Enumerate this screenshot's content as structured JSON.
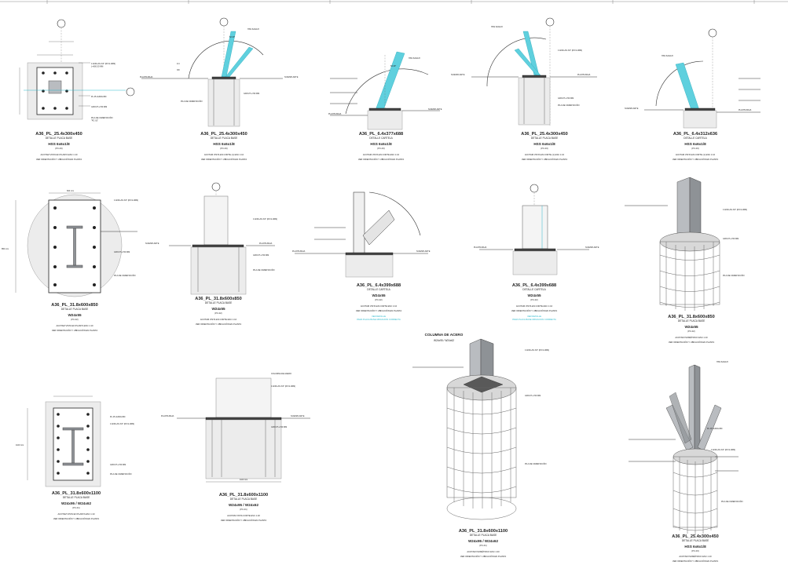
{
  "sheet": {
    "details": [
      {
        "id": "d1",
        "title": "A36_PL_25.4x300x450",
        "subtitle": "DETALLE PLACA BASE",
        "column": "HSS 6x6x1/8",
        "ref": "(PC-03)",
        "note1": "ACOTAM   VISTA EN PLANTA   ESC 1:10",
        "note2": "VER ORIENTACIÓN Y UBICACIÓN EN PLANTA"
      },
      {
        "id": "d2",
        "title": "A36_PL_25.4x300x450",
        "subtitle": "DETALLE PLACA BASE",
        "column": "HSS 6x6x1/8",
        "ref": "(PC-03)",
        "note1": "ACOTAM   VISTA EN CORTE (1)   ESC 1:10",
        "note2": "VER ORIENTACIÓN Y UBICACIÓN EN PLANTA"
      },
      {
        "id": "d3",
        "title": "A36_PL_6.4x377x688",
        "subtitle": "DETALLE CARTELA",
        "column": "HSS 6x6x1/8",
        "ref": "(PC-03)",
        "note1": "ACOTAM   VISTA EN CORTE   ESC 1:10",
        "note2": "VER ORIENTACIÓN Y UBICACIÓN EN PLANTA"
      },
      {
        "id": "d4",
        "title": "A36_PL_25.4x300x450",
        "subtitle": "DETALLE PLACA BASE",
        "column": "HSS 6x6x1/8",
        "ref": "(PC-03)",
        "note1": "ACOTAM   VISTA EN CORTE (1)   ESC 1:10",
        "note2": "VER ORIENTACIÓN Y UBICACIÓN EN PLANTA"
      },
      {
        "id": "d5",
        "title": "A36_PL_6.4x312x636",
        "subtitle": "DETALLE CARTELA",
        "column": "HSS 6x6x1/8",
        "ref": "(PC-03)",
        "note1": "ACOTAM   VISTA EN CORTE (1)   ESC 1:10",
        "note2": "VER ORIENTACIÓN Y UBICACIÓN EN PLANTA"
      },
      {
        "id": "d6",
        "title": "A36_PL_31.8x600x850",
        "subtitle": "DETALLE PLACA BASE",
        "column": "W24x55",
        "ref": "(PC-02)",
        "note1": "ACOTAM   VISTA EN PLANTA   ESC 1:10",
        "note2": "VER ORIENTACIÓN Y UBICACIÓN EN PLANTA"
      },
      {
        "id": "d7",
        "title": "A36_PL_31.8x600x850",
        "subtitle": "DETALLE PLACA BASE",
        "column": "W24x55",
        "ref": "(PC-02)",
        "note1": "ACOTAM   VISTA EN CORTE   ESC 1:10",
        "note2": "VER ORIENTACIÓN Y UBICACIÓN EN PLANTA"
      },
      {
        "id": "d8",
        "title": "A36_PL_6.4x399x688",
        "subtitle": "DETALLE CARTELA",
        "column": "W24x55",
        "ref": "(PC-02)",
        "note1": "ACOTAM   VISTA EN CORTE   ESC 1:10",
        "note2": "VER ORIENTACIÓN Y UBICACIÓN EN PLANTA"
      },
      {
        "id": "d9",
        "title": "A36_PL_6.4x399x688",
        "subtitle": "DETALLE CARTELA",
        "column": "W24x55",
        "ref": "(PC-02)",
        "note1": "ACOTAM   VISTA EN CORTE   ESC 1:10",
        "note2": "VER ORIENTACIÓN Y UBICACIÓN EN PLANTA"
      },
      {
        "id": "d10",
        "title": "A36_PL_31.8x600x850",
        "subtitle": "DETALLE PLACA BASE",
        "column": "W24x55",
        "ref": "(PC-02)",
        "note1": "ACOTAM   ISOMÉTRICO   ESC 1:10",
        "note2": "VER ORIENTACIÓN Y UBICACIÓN EN PLANTA"
      },
      {
        "id": "d11",
        "title": "A36_PL_31.8x600x1100",
        "subtitle": "DETALLE PLACA BASE",
        "column": "W24x95 / W24x62",
        "ref": "(PC-01)",
        "note1": "ACOTAM   VISTA EN PLANTA   ESC 1:10",
        "note2": "VER ORIENTACIÓN Y UBICACIÓN EN PLANTA"
      },
      {
        "id": "d12",
        "title": "A36_PL_31.8x600x1100",
        "subtitle": "DETALLE PLACA BASE",
        "column": "W24x95 / W24x62",
        "ref": "(PC-01)",
        "note1": "ACOTAM   VISTA CORTE   ESC 1:20",
        "note2": "VER ORIENTACIÓN Y UBICACIÓN EN PLANTA"
      },
      {
        "id": "d13",
        "title": "A36_PL_31.8x600x1100",
        "subtitle": "DETALLE PLACA BASE",
        "column": "W24x95 / W24x62",
        "ref": "(PC-01)",
        "note1": "ACOTAM   ISOMÉTRICO   ESC 1:20",
        "note2": "VER ORIENTACIÓN Y UBICACIÓN EN PLANTA"
      },
      {
        "id": "d14",
        "title": "A36_PL_25.4x300x450",
        "subtitle": "DETALLE PLACA BASE",
        "column": "HSS 6x6x1/8",
        "ref": "(PC-03)",
        "note1": "ACOTAM   ISOMÉTRICO   ESC 1:10",
        "note2": "VER ORIENTACIÓN Y UBICACIÓN EN PLANTA"
      }
    ],
    "labels": {
      "planta_baja": "PLANTA BAJA",
      "n_desplante": "N.DESPLANTE",
      "anclas": "4 ANCLAS 3/4\" (Ø 19.1MM)",
      "anclas_len": "L=600.00 MM",
      "placa": "PL 25.4x300x450",
      "grout": "GROUT e=50 MM",
      "pila": "PILA DE CIMENTACIÓN",
      "pila_ref": "\"PC-03\"",
      "columna_acero": "COLUMNA DE ACERO",
      "columna_perfil": "W24x95 / W24x62",
      "hss": "HSS 6x6x1/8",
      "dim_300": "300",
      "dim_450": "450",
      "dim_600": "600 mm",
      "dim_850": "850 mm",
      "dim_1100": "1100 mm",
      "angle_1": "52.00°",
      "angle_2": "53.09°",
      "slope_a": "1/4",
      "slope_b": "3/8",
      "cyan_note_1": "VER DETALLE",
      "cyan_note_2": "PARA PLACA BASE UBICACION CORRECTA",
      "cyan_note_3": "VER DETALLE",
      "cyan_note_4": "PARA PLACA BASE UBICACION CORRECTA"
    }
  }
}
